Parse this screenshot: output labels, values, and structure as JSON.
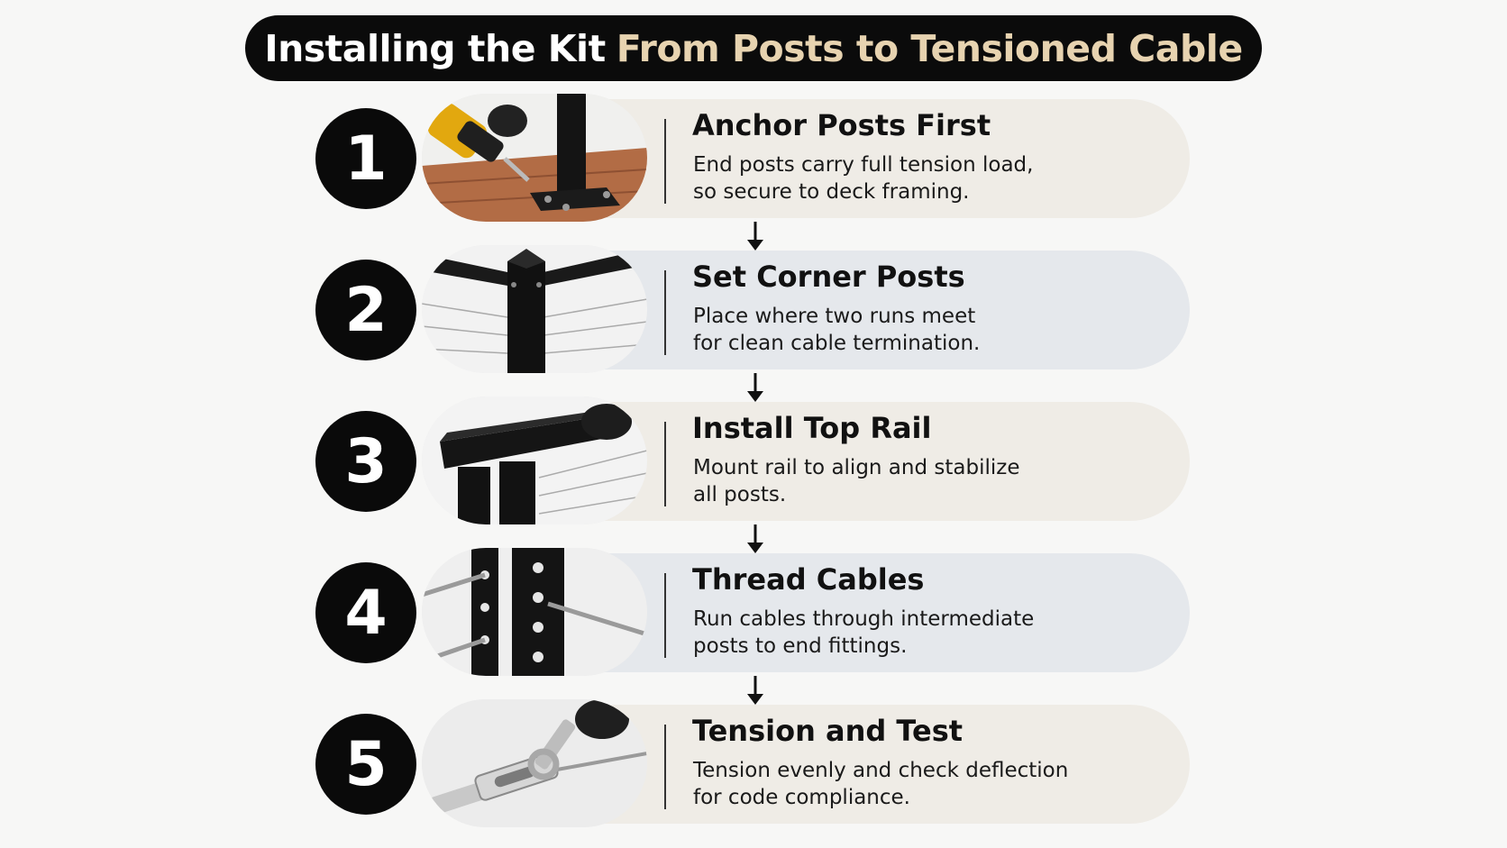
{
  "title": {
    "part1": "Installing the Kit",
    "part2": "From Posts to Tensioned Cable"
  },
  "steps": [
    {
      "number": "1",
      "title": "Anchor Posts First",
      "line1": "End posts carry full tension load,",
      "line2": "so secure to deck framing."
    },
    {
      "number": "2",
      "title": "Set Corner Posts",
      "line1": "Place where two runs meet",
      "line2": "for clean cable termination."
    },
    {
      "number": "3",
      "title": "Install Top Rail",
      "line1": "Mount rail to align and stabilize",
      "line2": "all posts."
    },
    {
      "number": "4",
      "title": "Thread Cables",
      "line1": "Run cables through intermediate",
      "line2": "posts to end fittings."
    },
    {
      "number": "5",
      "title": "Tension and Test",
      "line1": "Tension evenly and check deflection",
      "line2": "for code compliance."
    }
  ],
  "icons": [
    "drill-post-photo",
    "corner-post-photo",
    "top-rail-photo",
    "cable-threading-photo",
    "turnbuckle-wrench-photo",
    "down-arrow-icon"
  ]
}
